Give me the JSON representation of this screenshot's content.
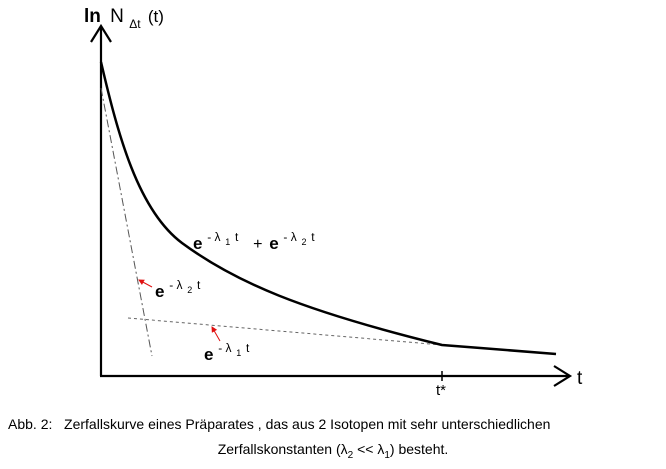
{
  "axes": {
    "y_label_bold": "ln",
    "y_label_n": "N",
    "y_label_sub": "Δt",
    "y_label_rest": "(t)",
    "x_label": "t",
    "t_star": "t*"
  },
  "curves": {
    "sum_label": {
      "e1": "e",
      "exp1": "- λ",
      "exp1_sub": "1",
      "exp1_t": "t",
      "plus": "+",
      "e2": "e",
      "exp2": "- λ",
      "exp2_sub": "2",
      "exp2_t": "t"
    },
    "lambda2_label": {
      "e": "e",
      "exp": "- λ",
      "sub": "2",
      "t": "t"
    },
    "lambda1_label": {
      "e": "e",
      "exp": "- λ",
      "sub": "1",
      "t": "t"
    }
  },
  "caption": {
    "prefix": "Abb. 2:",
    "line1": "Zerfallskurve eines Präparates , das aus 2 Isotopen mit sehr unterschiedlichen",
    "line2_a": "Zerfallskonstanten (λ",
    "line2_sub1": "2",
    "line2_b": " << λ",
    "line2_sub2": "1",
    "line2_c": ") besteht."
  },
  "colors": {
    "arrow_marker": "#e01010",
    "lines": "#000000",
    "dashed": "#666666"
  }
}
